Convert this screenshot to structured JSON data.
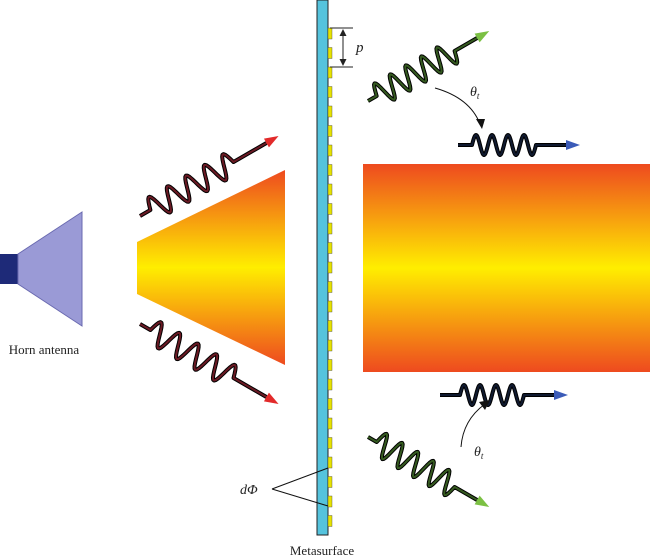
{
  "labels": {
    "horn": "Horn antenna",
    "metasurface": "Metasurface",
    "period": "p",
    "theta_symbol": "θ",
    "theta_sub": "t",
    "dphi": "dΦ"
  },
  "colors": {
    "horn_body": "#9a9ad6",
    "horn_feed": "#1e2a78",
    "metasurface": "#55c3dd",
    "unit_cell": "#e6e200",
    "beam_edge": "#ee4a1f",
    "beam_center": "#ffee00",
    "wave_incident": "#6b1a24",
    "wave_green": "#355a20",
    "wave_blue": "#101a30",
    "arrow_red": "#e22a2a",
    "arrow_green": "#7bc043",
    "arrow_blue": "#3b5bb8"
  }
}
